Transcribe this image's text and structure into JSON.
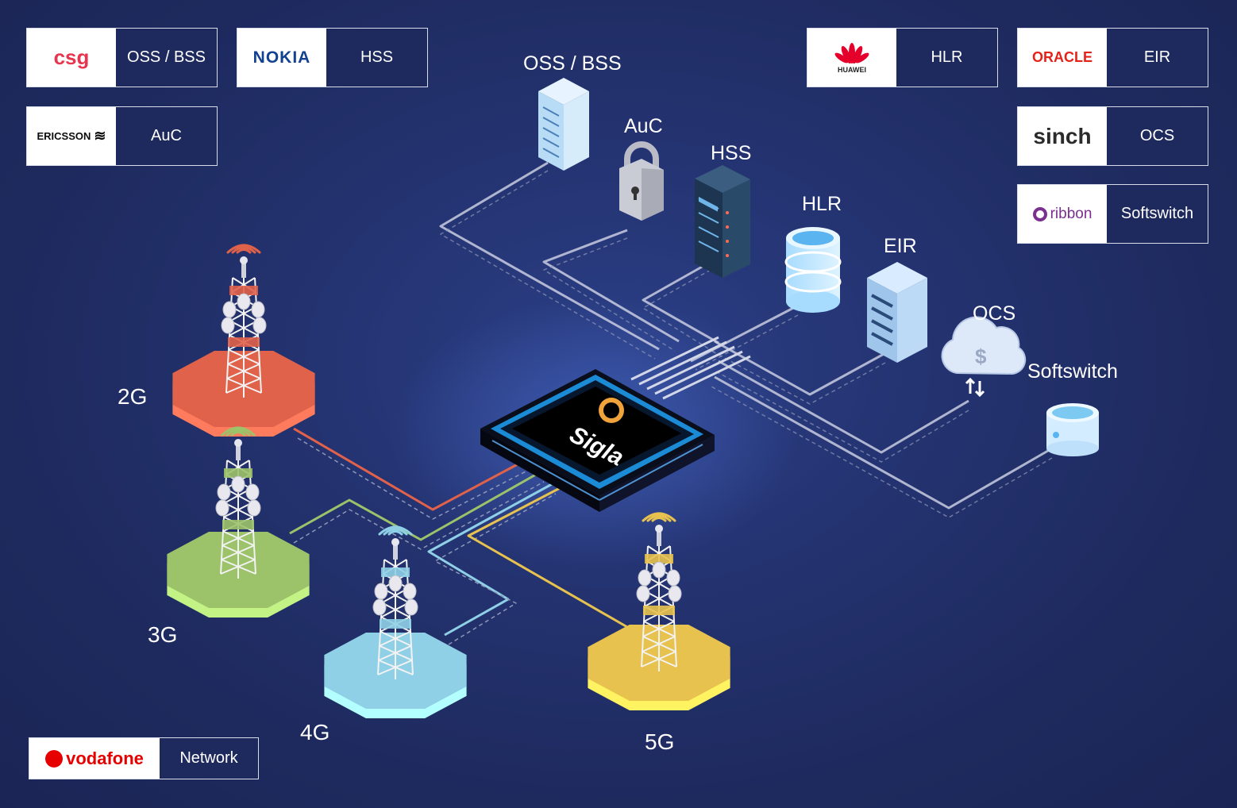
{
  "vendors": [
    {
      "logo_text": "csg",
      "role": "OSS / BSS",
      "logo_color": "#e8344e"
    },
    {
      "logo_text": "NOKIA",
      "role": "HSS",
      "logo_color": "#124191"
    },
    {
      "logo_text": "ERICSSON",
      "role": "AuC",
      "logo_color": "#0c0c0c"
    },
    {
      "logo_text": "HUAWEI",
      "role": "HLR",
      "logo_color": "#e4002b"
    },
    {
      "logo_text": "ORACLE",
      "role": "EIR",
      "logo_color": "#e2231a"
    },
    {
      "logo_text": "sinch",
      "role": "OCS",
      "logo_color": "#2b2b2b"
    },
    {
      "logo_text": "ribbon",
      "role": "Softswitch",
      "logo_color": "#7b2f8f"
    },
    {
      "logo_text": "vodafone",
      "role": "Network",
      "logo_color": "#e60000"
    }
  ],
  "components": {
    "oss_bss": "OSS / BSS",
    "auc": "AuC",
    "hss": "HSS",
    "hlr": "HLR",
    "eir": "EIR",
    "ocs": "OCS",
    "softswitch": "Softswitch"
  },
  "chip": {
    "label": "Sigla"
  },
  "towers": {
    "g2": {
      "label": "2G",
      "color": "#e0624a"
    },
    "g3": {
      "label": "3G",
      "color": "#9cc26a"
    },
    "g4": {
      "label": "4G",
      "color": "#8fd0e6"
    },
    "g5": {
      "label": "5G",
      "color": "#e8c24e"
    }
  },
  "ocs_icon": "$"
}
